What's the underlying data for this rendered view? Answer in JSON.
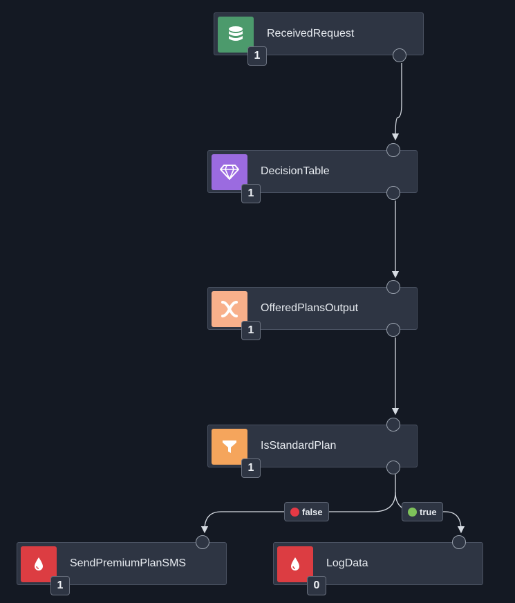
{
  "colors": {
    "background": "#141923",
    "node_bg": "#2e3543",
    "edge": "#d6dbe2",
    "false_dot": "#e53945",
    "true_dot": "#7ec25a"
  },
  "nodes": [
    {
      "label": "ReceivedRequest",
      "count": "1",
      "icon": "database-icon",
      "icon_color": "#4c9a6c"
    },
    {
      "label": "DecisionTable",
      "count": "1",
      "icon": "diamond-gem-icon",
      "icon_color": "#9b6be0"
    },
    {
      "label": "OfferedPlansOutput",
      "count": "1",
      "icon": "x-transform-icon",
      "icon_color": "#f8b08b"
    },
    {
      "label": "IsStandardPlan",
      "count": "1",
      "icon": "filter-icon",
      "icon_color": "#f5a55c"
    },
    {
      "label": "SendPremiumPlanSMS",
      "count": "1",
      "icon": "drop-icon",
      "icon_color": "#dc3d42"
    },
    {
      "label": "LogData",
      "count": "0",
      "icon": "drop-icon",
      "icon_color": "#dc3d42"
    }
  ],
  "edge_labels": {
    "false": "false",
    "true": "true"
  }
}
